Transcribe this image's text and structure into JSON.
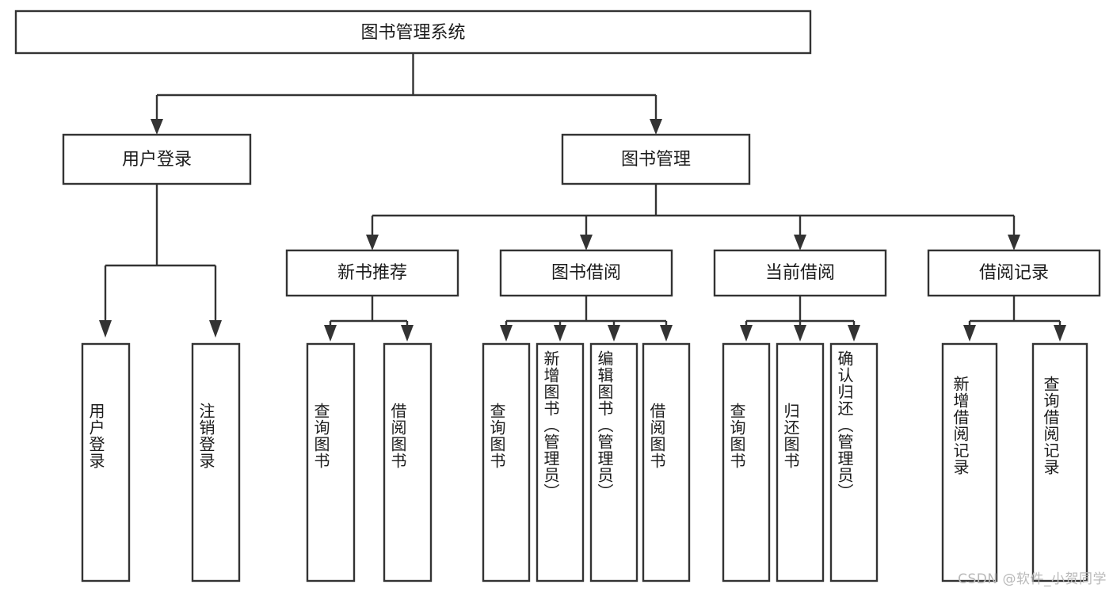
{
  "diagram": {
    "title": "图书管理系统",
    "type": "tree",
    "watermark": "CSDN @软件_小贺同学",
    "colors": {
      "stroke": "#333333",
      "fill": "#ffffff",
      "text": "#1b1b1b",
      "watermark": "#b9b9b9"
    },
    "root": {
      "label": "图书管理系统"
    },
    "level2": [
      {
        "label": "用户登录"
      },
      {
        "label": "图书管理"
      }
    ],
    "level3": [
      {
        "label": "新书推荐"
      },
      {
        "label": "图书借阅"
      },
      {
        "label": "当前借阅"
      },
      {
        "label": "借阅记录"
      }
    ],
    "leaves": {
      "user_login": [
        {
          "label": "用户登录"
        },
        {
          "label": "注销登录"
        }
      ],
      "new_book": [
        {
          "label": "查询图书"
        },
        {
          "label": "借阅图书"
        }
      ],
      "book_borrow": [
        {
          "label": "查询图书"
        },
        {
          "label": "新增图书（管理员）"
        },
        {
          "label": "编辑图书（管理员）"
        },
        {
          "label": "借阅图书"
        }
      ],
      "current_borrow": [
        {
          "label": "查询图书"
        },
        {
          "label": "归还图书"
        },
        {
          "label": "确认归还（管理员）"
        }
      ],
      "borrow_record": [
        {
          "label": "新增借阅记录"
        },
        {
          "label": "查询借阅记录"
        }
      ]
    }
  }
}
